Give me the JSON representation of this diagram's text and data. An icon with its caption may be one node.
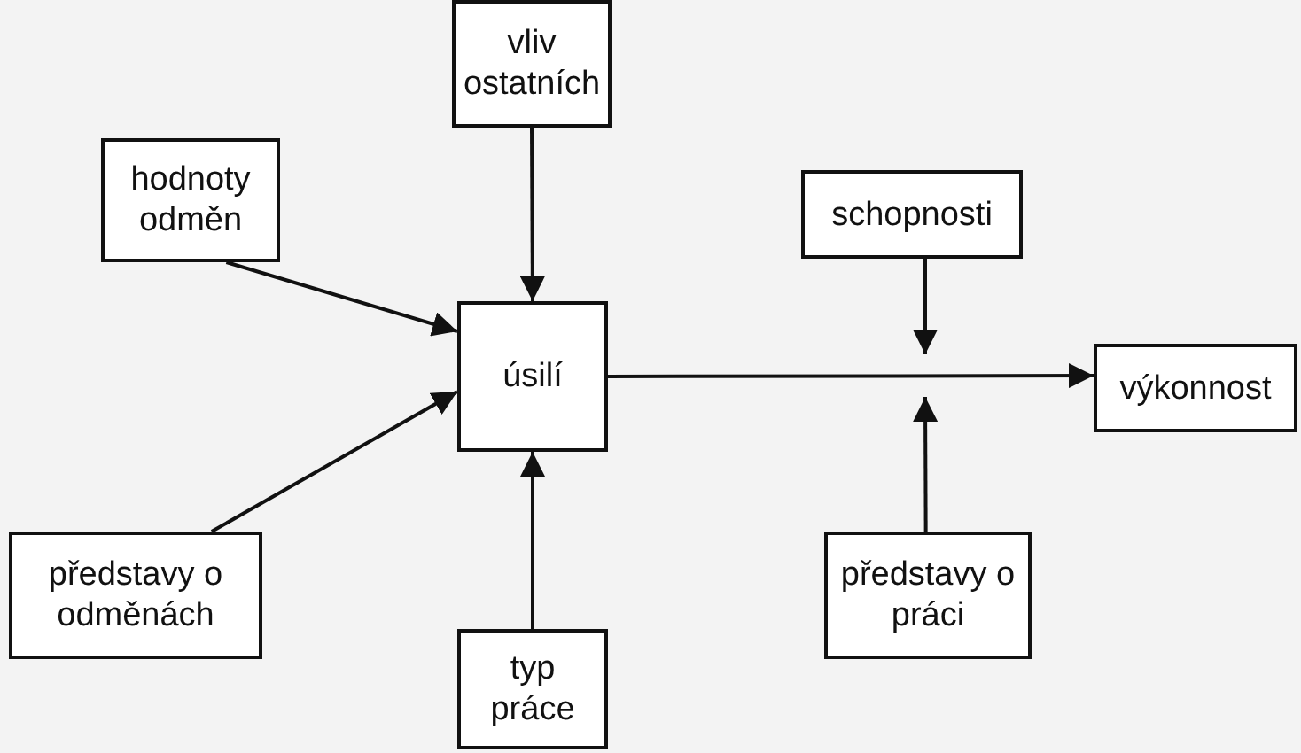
{
  "diagram": {
    "nodes": [
      {
        "text": [
          "vliv ostatních"
        ]
      },
      {
        "text": [
          "hodnoty odměn"
        ]
      },
      {
        "text": [
          "úsilí"
        ]
      },
      {
        "text": [
          "schopnosti"
        ]
      },
      {
        "text": [
          "výkonnost"
        ]
      },
      {
        "text": [
          "představy o odměnách"
        ]
      },
      {
        "text": [
          "představy o práci"
        ]
      },
      {
        "text": [
          "typ práce"
        ]
      }
    ],
    "edges": [
      {
        "from": 0,
        "to": 2,
        "arrow": "to"
      },
      {
        "from": 1,
        "to": 2,
        "arrow": "to"
      },
      {
        "from": 5,
        "to": 2,
        "arrow": "to"
      },
      {
        "from": 7,
        "to": 2,
        "arrow": "to"
      },
      {
        "from": 2,
        "to": 4,
        "arrow": "to"
      },
      {
        "from": 3,
        "to": null,
        "arrow": "to"
      },
      {
        "from": 6,
        "to": null,
        "arrow": "to"
      }
    ]
  }
}
